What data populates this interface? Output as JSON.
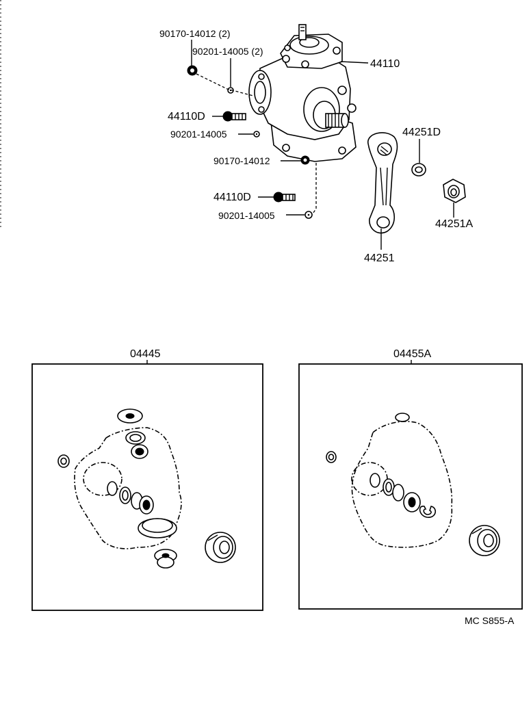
{
  "diagram": {
    "labels": {
      "nut_top": "90170-14012 (2)",
      "washer_top": "90201-14005 (2)",
      "gear_housing": "44110",
      "bolt_upper": "44110D",
      "washer_upper": "90201-14005",
      "nut_mid": "90170-14012",
      "bolt_lower": "44110D",
      "washer_lower": "90201-14005",
      "pitman_arm": "44251",
      "lock_washer": "44251D",
      "arm_nut": "44251A",
      "kit_left": "04445",
      "kit_right": "04455A",
      "catalog_code": "MC S855-A"
    }
  }
}
